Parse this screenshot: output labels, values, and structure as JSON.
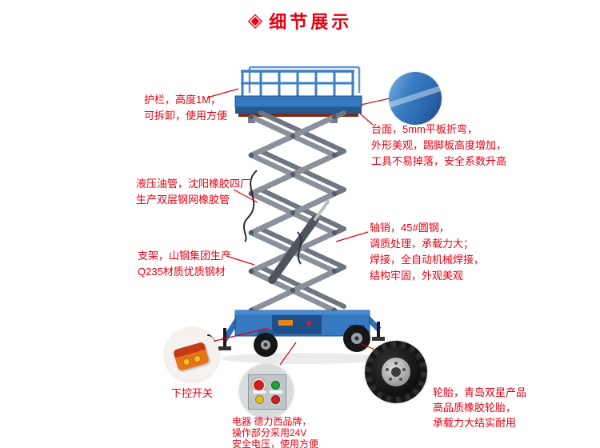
{
  "header": {
    "title": "细节展示",
    "icon": "diamond-icon",
    "accent_color": "#e60012"
  },
  "annotations": {
    "guardrail": "护栏，高度1M，\n可拆卸，使用方便",
    "platform": "台面，5mm平板折弯，\n外形美观，踢脚板高度增加，\n工具不易掉落，安全系数升高",
    "hydraulic_hose": "液压油管，沈阳橡胶四厂\n生产双层钢网橡胶管",
    "support_frame": "支架，山钢集团生产\nQ235材质优质钢材",
    "axle_pin": "轴销，45#圆钢，\n调质处理，承载力大；\n焊接，全自动机械焊接，\n结构牢固，外观美观",
    "lower_switch": "下控开关",
    "electric": "电器 德力西品牌，\n操作部分采用24V\n安全电压，使用方便",
    "tire": "轮胎，青岛双星产品\n高品质橡胶轮胎，\n承载力大结实耐用"
  },
  "illustration": {
    "subject": "mobile-scissor-lift",
    "colors": {
      "platform_blue": "#2f6db5",
      "railing_blue": "#3b7fc4",
      "scissor_gray_front": "#8a919b",
      "scissor_gray_back": "#6f7680",
      "tire_black": "#1a1a1a",
      "remote_orange": "#e8721c",
      "callout_line_red": "#e60012"
    }
  }
}
